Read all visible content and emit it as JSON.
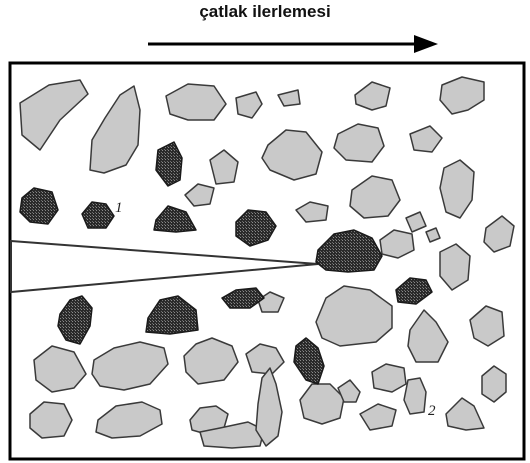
{
  "header": {
    "direction_label": "çatlak ilerlemesi"
  },
  "labels": {
    "particle_1": "1",
    "particle_2": "2"
  },
  "colors": {
    "particle_fill": "#c9c9c9",
    "particle_stroke": "#3a3a3a",
    "hatched_fill": "#2a2a2a",
    "frame": "#000000",
    "crack_line": "#333333"
  }
}
